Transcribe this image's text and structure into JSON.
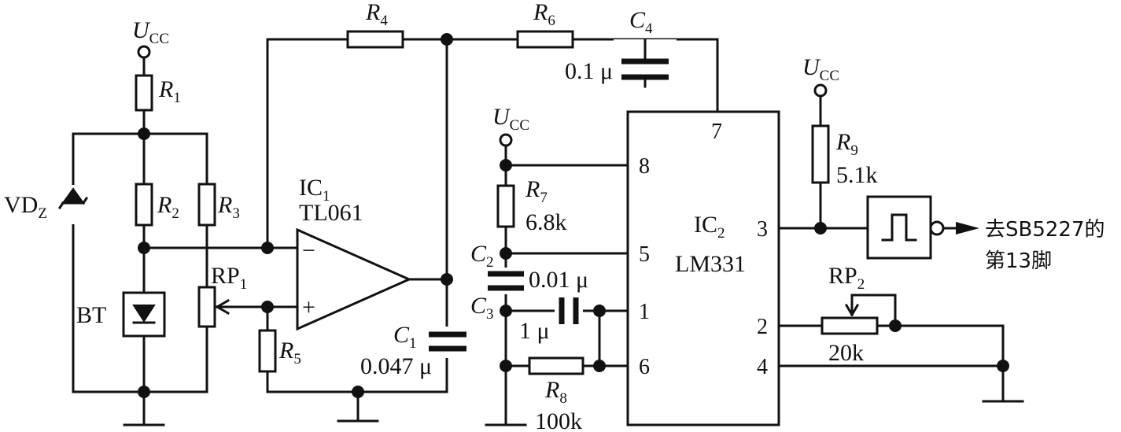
{
  "supply": "U",
  "supply_sub": "CC",
  "resistors": {
    "r1": "R",
    "r1_sub": "1",
    "r2": "R",
    "r2_sub": "2",
    "r3": "R",
    "r3_sub": "3",
    "r4": "R",
    "r4_sub": "4",
    "r5": "R",
    "r5_sub": "5",
    "r6": "R",
    "r6_sub": "6",
    "r7": "R",
    "r7_sub": "7",
    "r7_value": "6.8k",
    "r8": "R",
    "r8_sub": "8",
    "r8_value": "100k",
    "r9": "R",
    "r9_sub": "9",
    "r9_value": "5.1k"
  },
  "capacitors": {
    "c1": "C",
    "c1_sub": "1",
    "c1_value": "0.047 μ",
    "c2": "C",
    "c2_sub": "2",
    "c2_value": "0.01 μ",
    "c3": "C",
    "c3_sub": "3",
    "c3_value": "1 μ",
    "c4": "C",
    "c4_sub": "4",
    "c4_value": "0.1 μ"
  },
  "potentiometers": {
    "rp1": "RP",
    "rp1_sub": "1",
    "rp2": "RP",
    "rp2_sub": "2",
    "rp2_value": "20k"
  },
  "zener": "VD",
  "zener_sub": "Z",
  "sensor": "BT",
  "ic1": {
    "name": "IC",
    "sub": "1",
    "part": "TL061",
    "minus": "−",
    "plus": "+"
  },
  "ic2": {
    "name": "IC",
    "sub": "2",
    "part": "LM331",
    "pins": {
      "p7": "7",
      "p8": "8",
      "p5": "5",
      "p1": "1",
      "p6": "6",
      "p3": "3",
      "p2": "2",
      "p4": "4"
    }
  },
  "output": {
    "line1": "去SB5227的",
    "line2": "第13脚"
  }
}
